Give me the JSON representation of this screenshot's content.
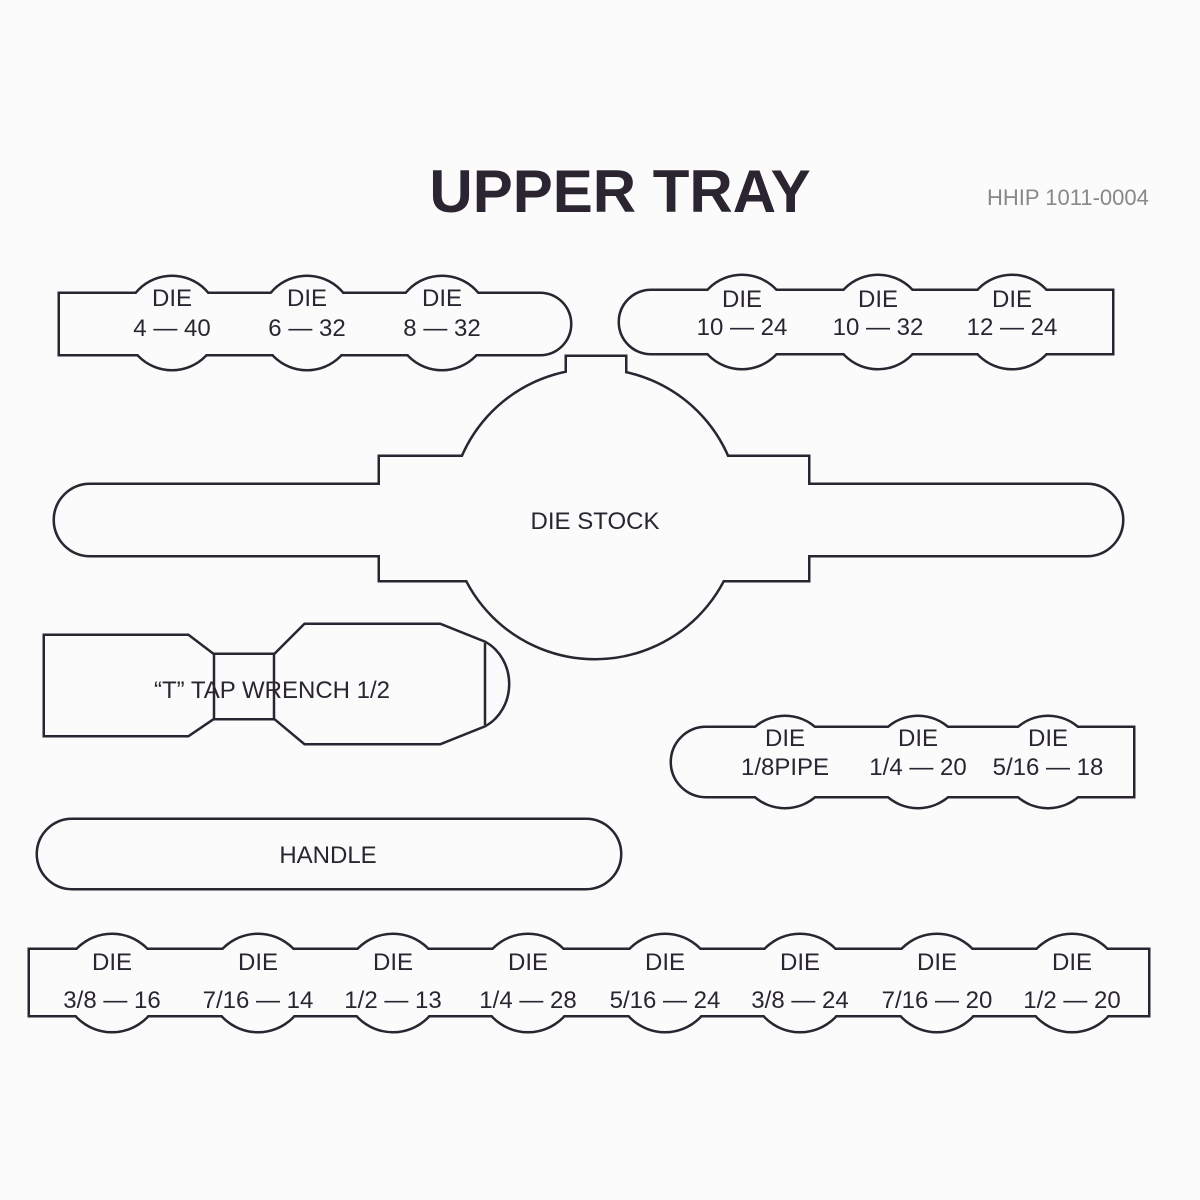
{
  "title": "UPPER TRAY",
  "part_number": "HHIP  1011-0004",
  "die_stock_label": "DIE  STOCK",
  "tap_wrench_label": "“T” TAP  WRENCH  1/2",
  "handle_label": "HANDLE",
  "strips": {
    "top_left": [
      {
        "line1": "DIE",
        "line2": "4 — 40"
      },
      {
        "line1": "DIE",
        "line2": "6 — 32"
      },
      {
        "line1": "DIE",
        "line2": "8 — 32"
      }
    ],
    "top_right": [
      {
        "line1": "DIE",
        "line2": "10 — 24"
      },
      {
        "line1": "DIE",
        "line2": "10 — 32"
      },
      {
        "line1": "DIE",
        "line2": "12 — 24"
      }
    ],
    "middle_right": [
      {
        "line1": "DIE",
        "line2": "1/8PIPE"
      },
      {
        "line1": "DIE",
        "line2": "1/4 — 20"
      },
      {
        "line1": "DIE",
        "line2": "5/16 — 18"
      }
    ],
    "bottom": [
      {
        "line1": "DIE",
        "line2": "3/8 — 16"
      },
      {
        "line1": "DIE",
        "line2": "7/16 — 14"
      },
      {
        "line1": "DIE",
        "line2": "1/2 — 13"
      },
      {
        "line1": "DIE",
        "line2": "1/4 — 28"
      },
      {
        "line1": "DIE",
        "line2": "5/16 — 24"
      },
      {
        "line1": "DIE",
        "line2": "3/8 — 24"
      },
      {
        "line1": "DIE",
        "line2": "7/16 — 20"
      },
      {
        "line1": "DIE",
        "line2": "1/2 — 20"
      }
    ]
  }
}
